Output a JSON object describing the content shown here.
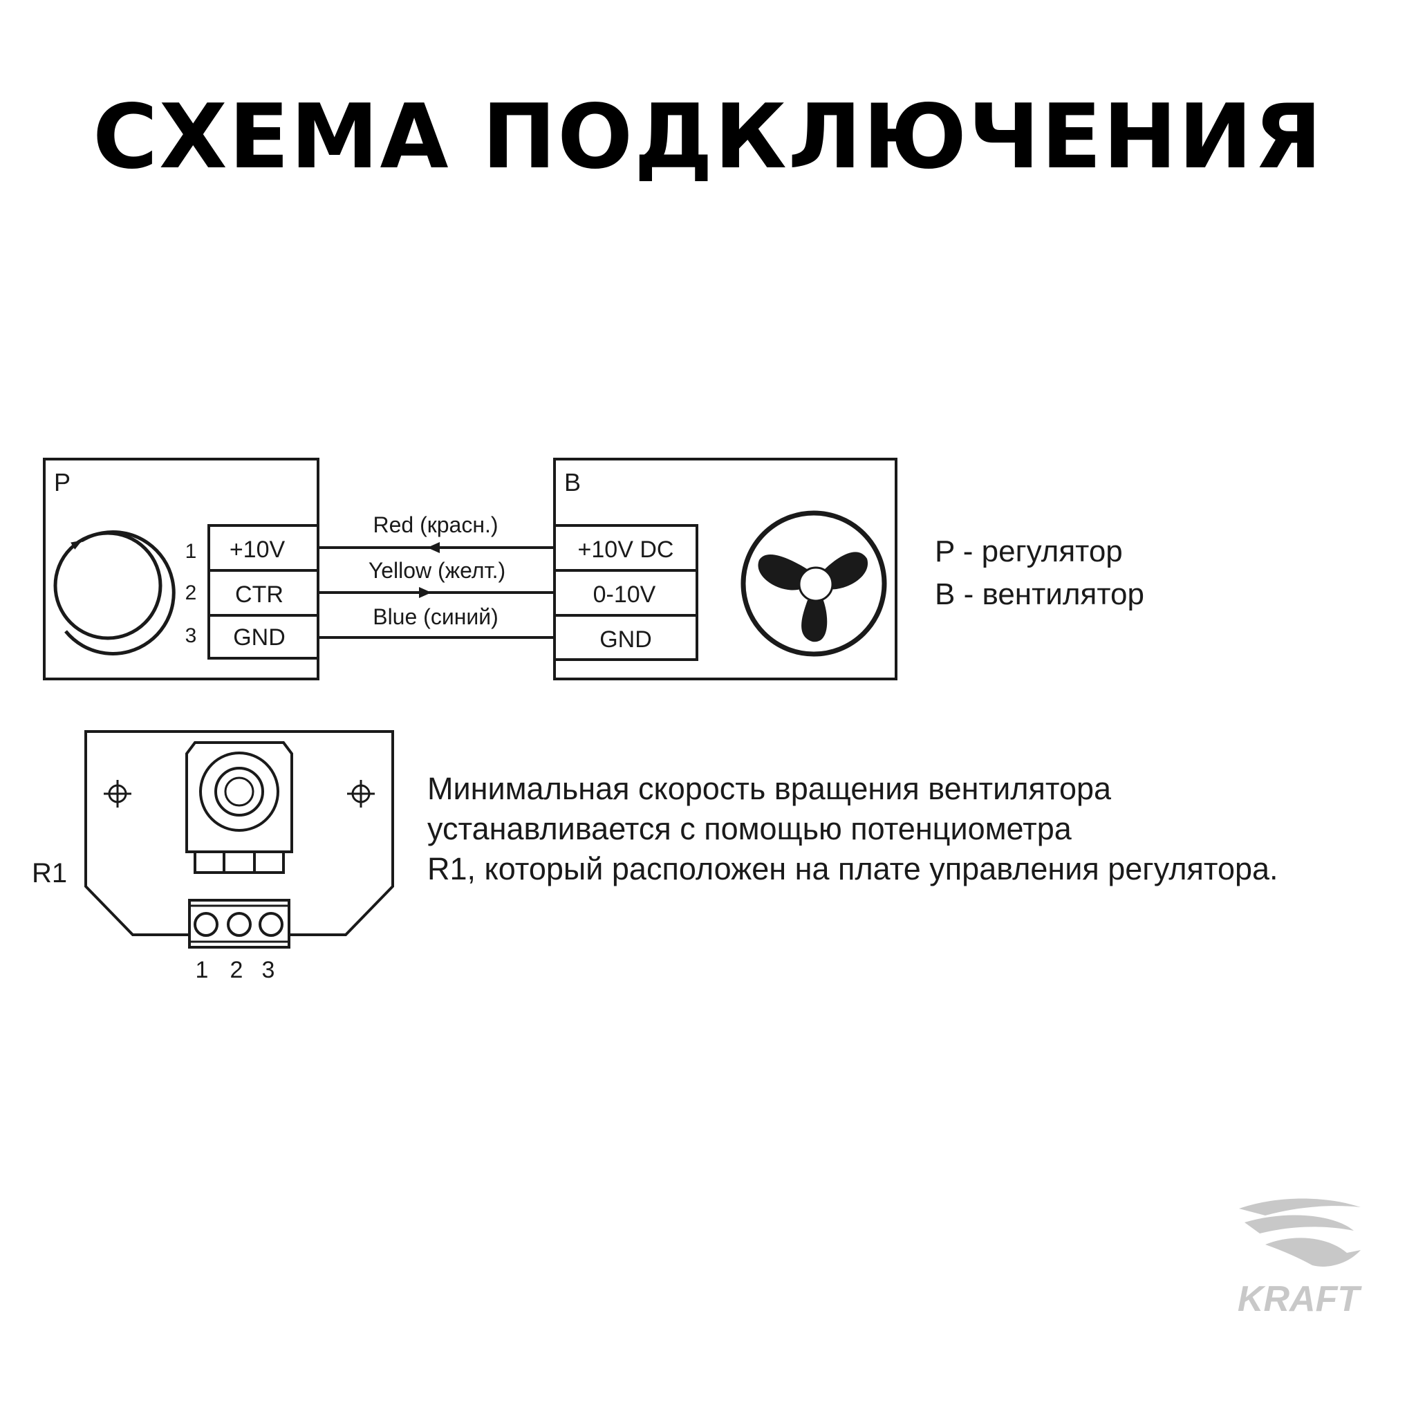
{
  "title": "СХЕМА ПОДКЛЮЧЕНИЯ",
  "regulator": {
    "label": "P",
    "pins": [
      {
        "number": "1",
        "name": "+10V"
      },
      {
        "number": "2",
        "name": "CTR"
      },
      {
        "number": "3",
        "name": "GND"
      }
    ]
  },
  "fan": {
    "label": "B",
    "pins": [
      {
        "name": "+10V DC"
      },
      {
        "name": "0-10V"
      },
      {
        "name": "GND"
      }
    ]
  },
  "wires": [
    {
      "label": "Red (красн.)",
      "direction": "to-regulator"
    },
    {
      "label": "Yellow (желт.)",
      "direction": "to-fan"
    },
    {
      "label": "Blue (синий)",
      "direction": "none"
    }
  ],
  "legend": {
    "line1": "P - регулятор",
    "line2": "B - вентилятор"
  },
  "board": {
    "label": "R1",
    "terminals": [
      "1",
      "2",
      "3"
    ]
  },
  "note": {
    "line1": "Минимальная скорость вращения вентилятора",
    "line2": "устанавливается с помощью потенциометра",
    "line3": "R1, который расположен на плате управления регулятора."
  },
  "logo": {
    "text": "KRAFT"
  },
  "colors": {
    "ink": "#1a1a1a",
    "logo": "#c8c8c8",
    "background": "#ffffff"
  }
}
